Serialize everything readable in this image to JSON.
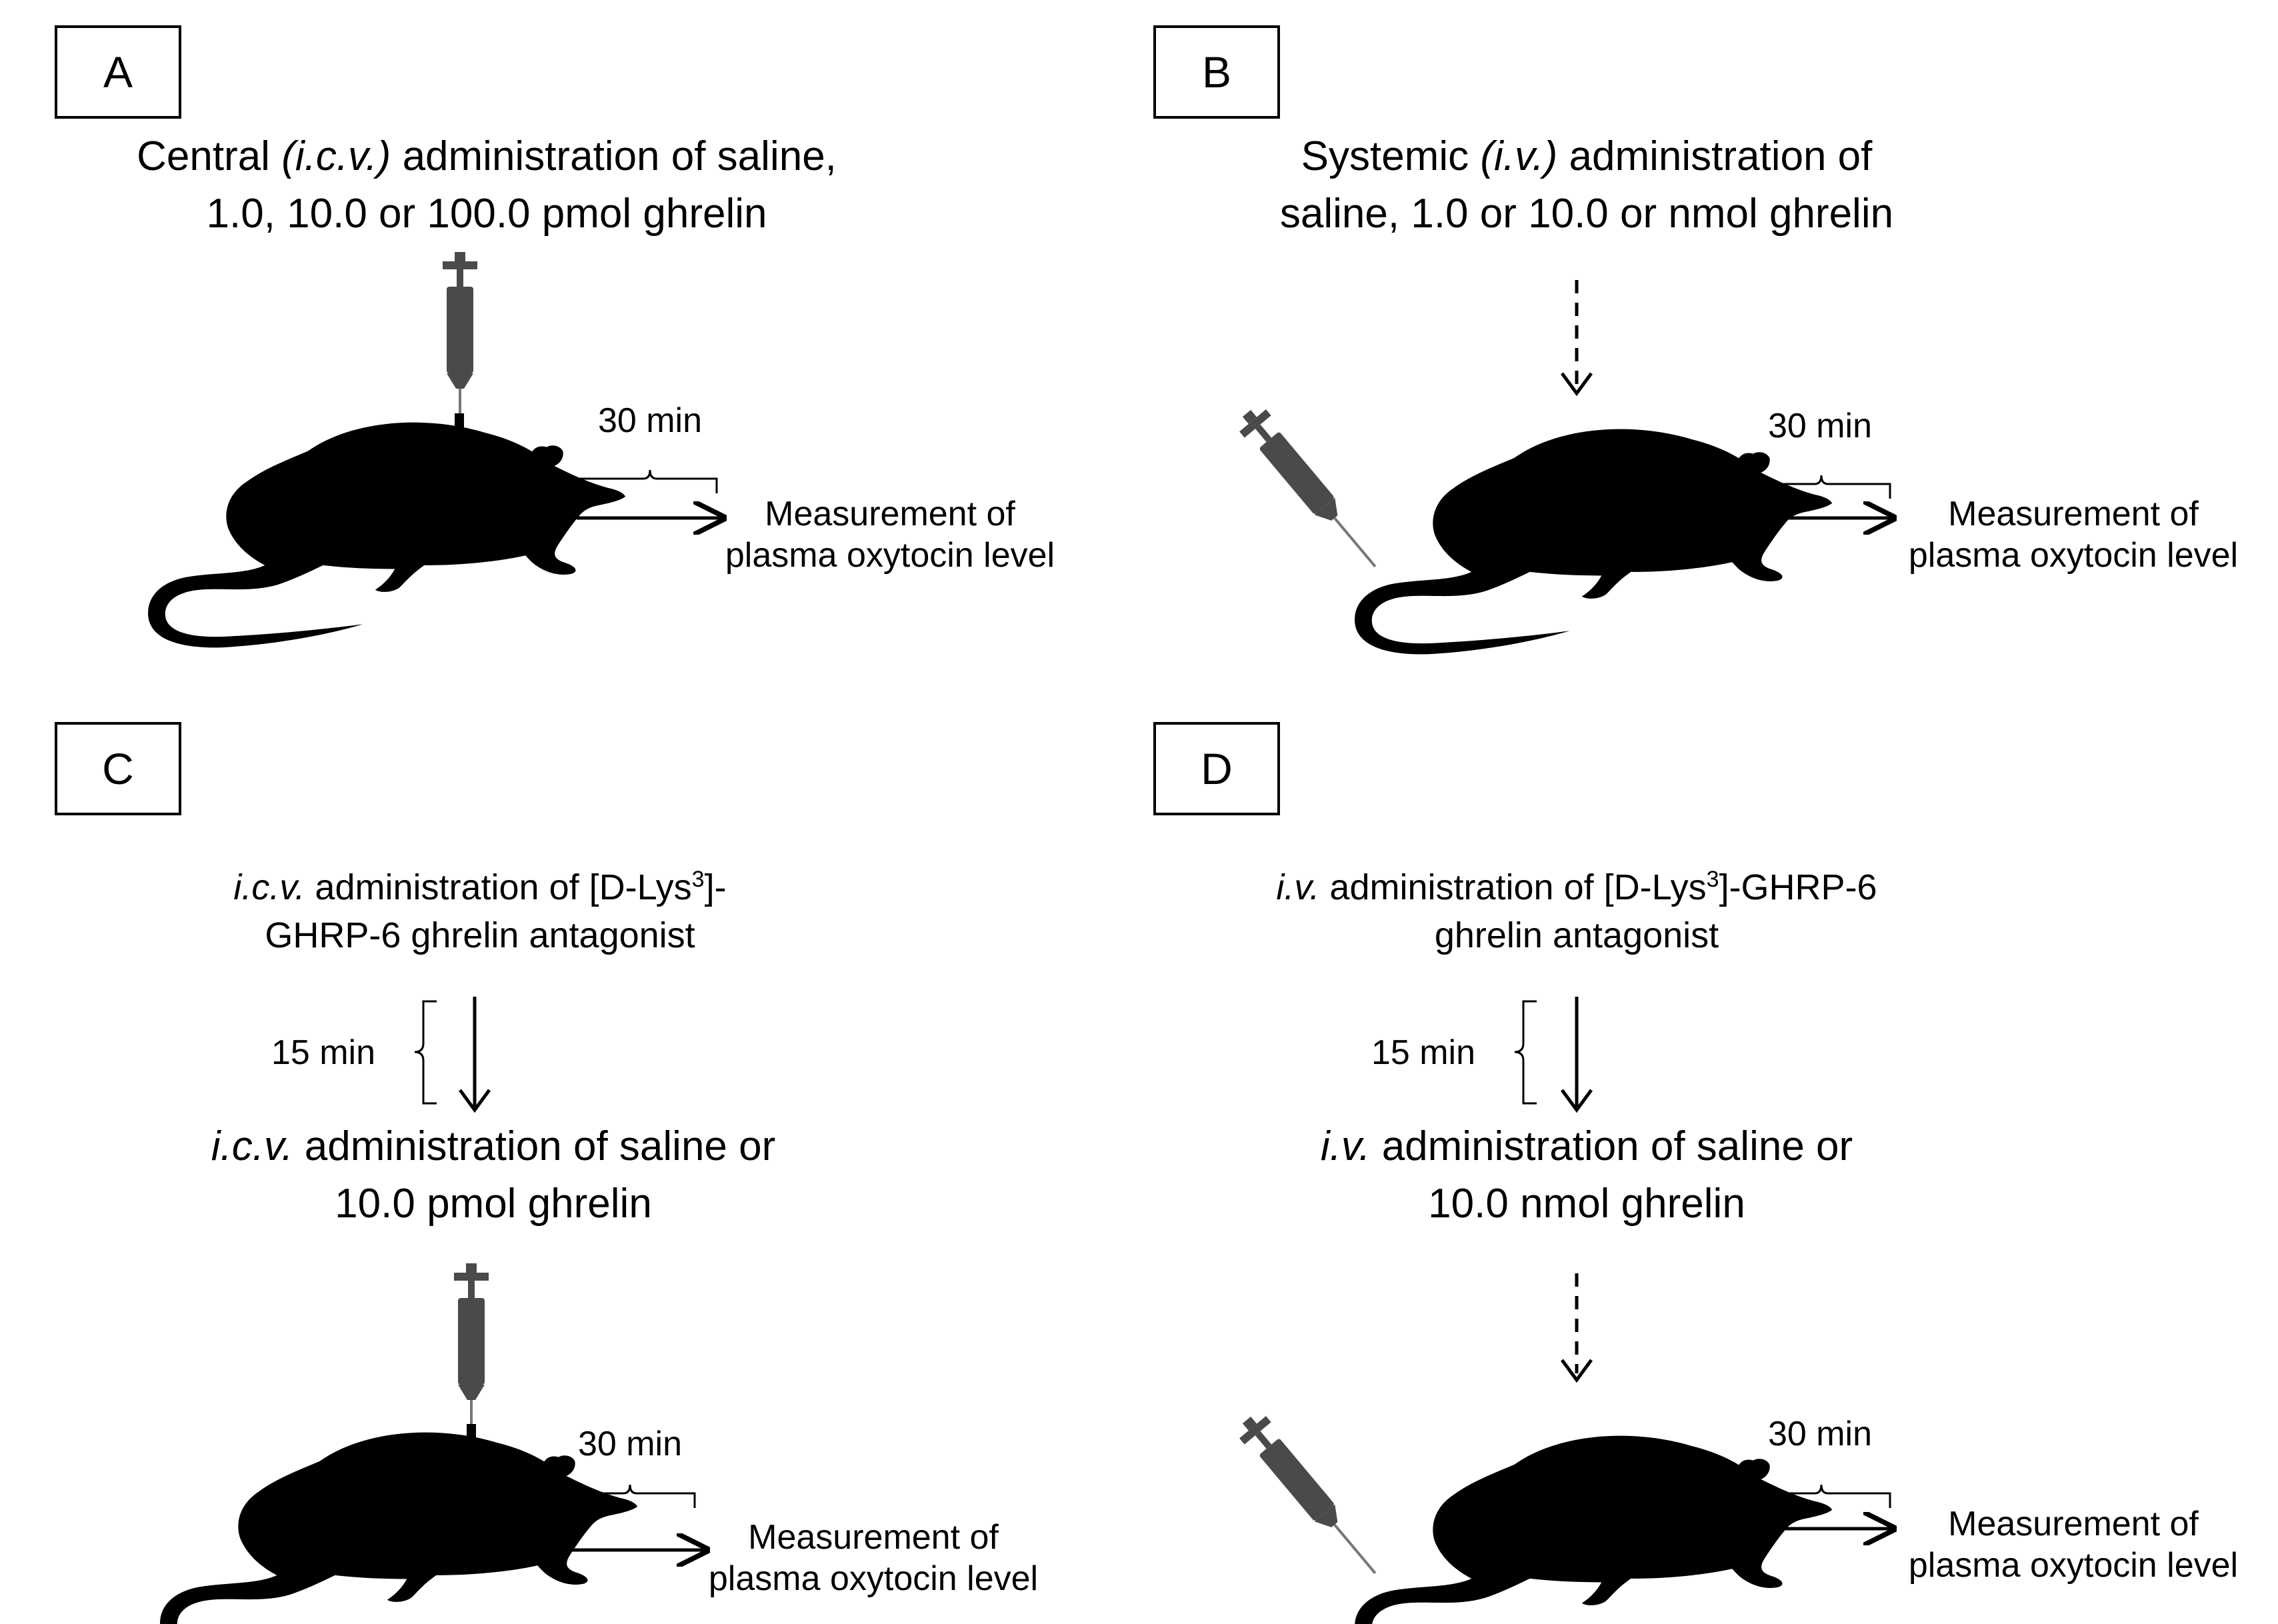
{
  "panels": {
    "A": {
      "label": "A",
      "line1_pre": "Central ",
      "line1_ital": "(i.c.v.)",
      "line1_post": " administration of saline,",
      "line2": "1.0, 10.0 or 100.0 pmol ghrelin",
      "interval": "30 min",
      "meas_line1": "Measurement  of",
      "meas_line2": "plasma  oxytocin  level"
    },
    "B": {
      "label": "B",
      "line1_pre": "Systemic ",
      "line1_ital": "(i.v.)",
      "line1_post": " administration of",
      "line2": "saline, 1.0 or 10.0 or nmol ghrelin",
      "interval": "30 min",
      "meas_line1": "Measurement  of",
      "meas_line2": "plasma  oxytocin  level"
    },
    "C": {
      "label": "C",
      "pre1_ital": "i.c.v.",
      "pre1_text": " administration of [D-Lys",
      "pre1_sup": "3",
      "pre1_end": "]-",
      "pre2": "GHRP-6 ghrelin antagonist",
      "delay": "15 min",
      "line1_ital": "i.c.v.",
      "line1_post": " administration of saline or",
      "line2": "10.0 pmol ghrelin",
      "interval": "30 min",
      "meas_line1": "Measurement  of",
      "meas_line2": "plasma  oxytocin  level"
    },
    "D": {
      "label": "D",
      "pre1_ital": "i.v.",
      "pre1_text": " administration of [D-Lys",
      "pre1_sup": "3",
      "pre1_end": "]-GHRP-6",
      "pre2": "ghrelin antagonist",
      "delay": "15 min",
      "line1_ital": "i.v.",
      "line1_post": " administration of saline or",
      "line2": "10.0 nmol ghrelin",
      "interval": "30 min",
      "meas_line1": "Measurement  of",
      "meas_line2": "plasma  oxytocin  level"
    }
  },
  "icons": {
    "rat": "rat-silhouette-icon",
    "syringe": "syringe-icon",
    "cannula": "cannula-icon"
  },
  "colors": {
    "ink": "#000000",
    "syringe": "#4a4a4a"
  }
}
